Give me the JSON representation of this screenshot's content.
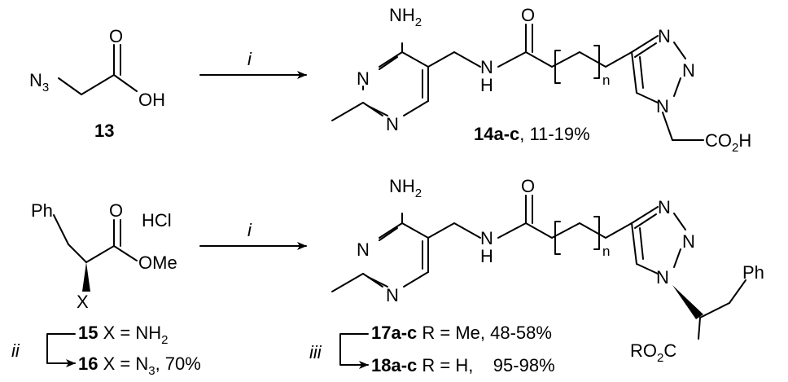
{
  "reaction_1": {
    "reagent_label": "13",
    "reagent_atoms": {
      "azide": "N",
      "azide_sub": "3",
      "carbonyl_o": "O",
      "hydroxyl": "OH"
    },
    "arrow_condition": "i",
    "product_label": "14a-c",
    "product_yield": ", 11-19%",
    "product_atoms": {
      "amine": "NH",
      "amine_sub": "2",
      "ring_n": "N",
      "amide_nh": "N",
      "amide_h": "H",
      "amide_o": "O",
      "repeat_n": "n",
      "acid": "CO",
      "acid_sub": "2",
      "acid_h": "H"
    }
  },
  "reaction_2": {
    "reagent_atoms": {
      "phenyl": "Ph",
      "hcl": "HCl",
      "carbonyl_o": "O",
      "ester": "OMe",
      "x": "X"
    },
    "arrow_condition": "i",
    "start_label": "15",
    "start_text": " X = NH",
    "start_sub": "2",
    "conversion_condition": "ii",
    "azide_label": "16",
    "azide_text": " X = N",
    "azide_sub": "3",
    "azide_yield": ", 70%",
    "product_atoms": {
      "amine": "NH",
      "amine_sub": "2",
      "ring_n": "N",
      "amide_nh": "N",
      "amide_h": "H",
      "amide_o": "O",
      "repeat_n": "n",
      "phenyl": "Ph",
      "ester": "RO",
      "ester_sub": "2",
      "ester_c": "C"
    },
    "ester_label": "17a-c",
    "ester_text": " R = Me, 48-58%",
    "hydrolysis_condition": "iii",
    "acid_label": "18a-c",
    "acid_text": " R = H,    95-98%"
  }
}
